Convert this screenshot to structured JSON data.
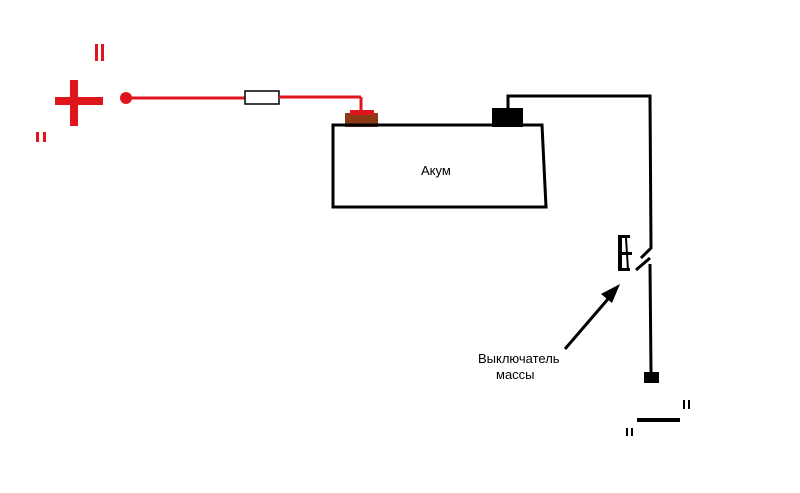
{
  "battery": {
    "label": "Акум"
  },
  "switch": {
    "label_line1": "Выключатель",
    "label_line2": "массы"
  },
  "terminals": {
    "plus_symbol": "+",
    "minus_symbol": "–"
  },
  "colors": {
    "positive_wire": "#e0141c",
    "ground_wire": "#000000",
    "positive_terminal": "#8a3a14",
    "fuse_fill": "#ffffff",
    "fuse_stroke": "#000000",
    "background": "#ffffff"
  },
  "icons": [
    "plus-icon",
    "minus-icon",
    "fuse-icon",
    "switch-icon",
    "arrow-icon",
    "ground-terminal-icon"
  ]
}
